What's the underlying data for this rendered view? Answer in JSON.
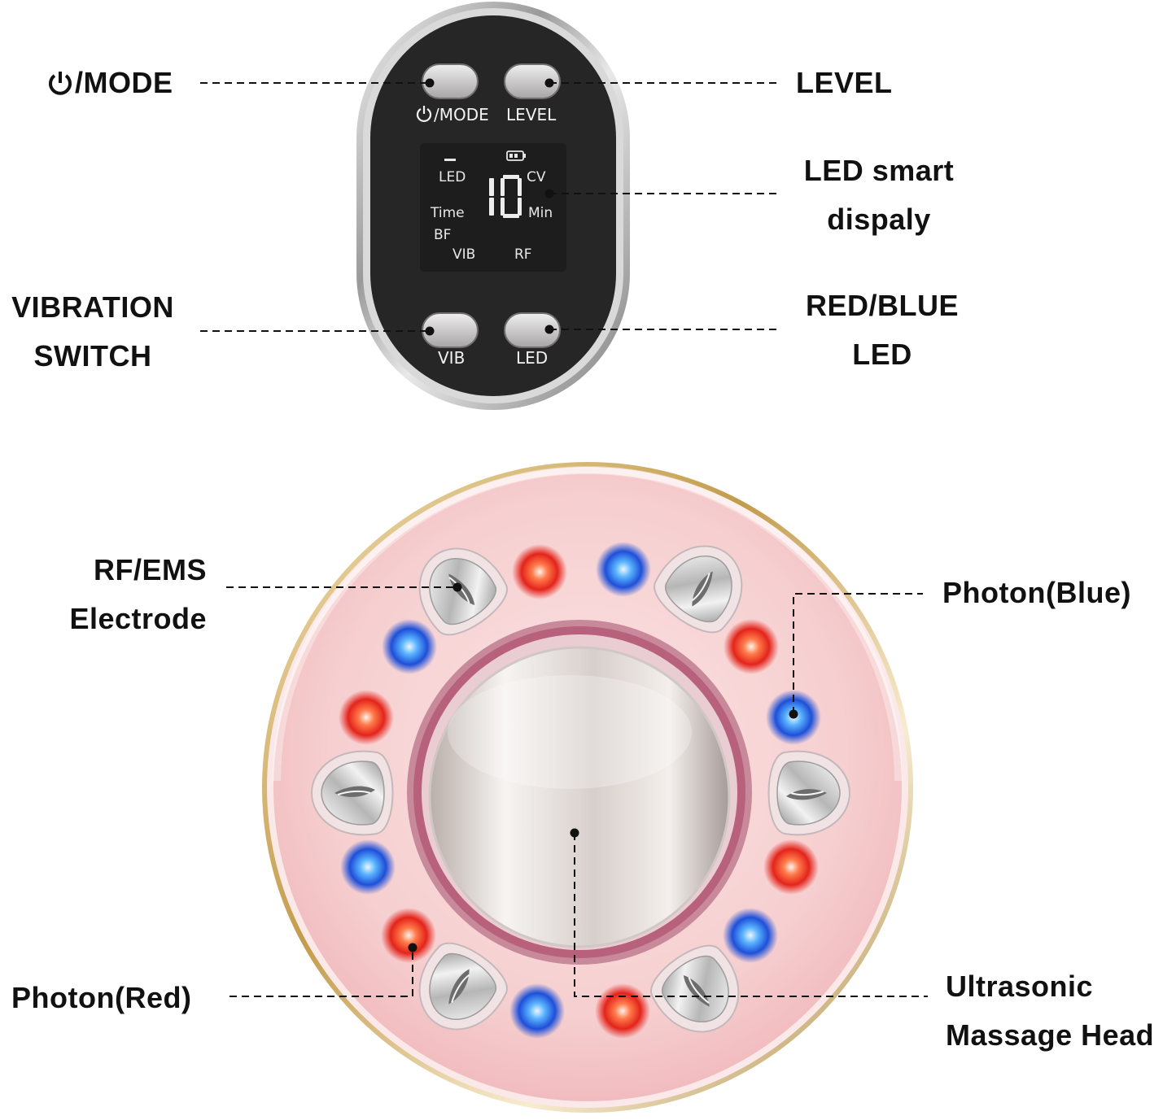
{
  "panel": {
    "buttons": {
      "mode_label": "/MODE",
      "level_label": "LEVEL",
      "vib_label": "VIB",
      "led_label": "LED"
    },
    "display": {
      "led": "LED",
      "cv": "CV",
      "digits": "10",
      "time": "Time",
      "min": "Min",
      "bf": "BF",
      "vib": "VIB",
      "rf": "RF"
    }
  },
  "callouts": {
    "mode": "/MODE",
    "level": "LEVEL",
    "led_display": [
      "LED smart",
      "dispaly"
    ],
    "vibration": [
      "VIBRATION",
      "SWITCH"
    ],
    "red_blue": [
      "RED/BLUE",
      "LED"
    ],
    "rf_ems": [
      "RF/EMS",
      "Electrode"
    ],
    "photon_blue": "Photon(Blue)",
    "photon_red": "Photon(Red)",
    "ultrasonic": [
      "Ultrasonic",
      "Massage Head"
    ]
  },
  "colors": {
    "panel_face": "#262626",
    "chrome": "#c8c8c8",
    "head_pink": "#f6cccd",
    "ring_rose": "#b8617c",
    "gold_rim": "#c9a45a",
    "photon_red": "#e3241b",
    "photon_blue": "#1e4fd8"
  },
  "icons": [
    "power-icon",
    "battery-icon",
    "seven-segment-digits"
  ]
}
